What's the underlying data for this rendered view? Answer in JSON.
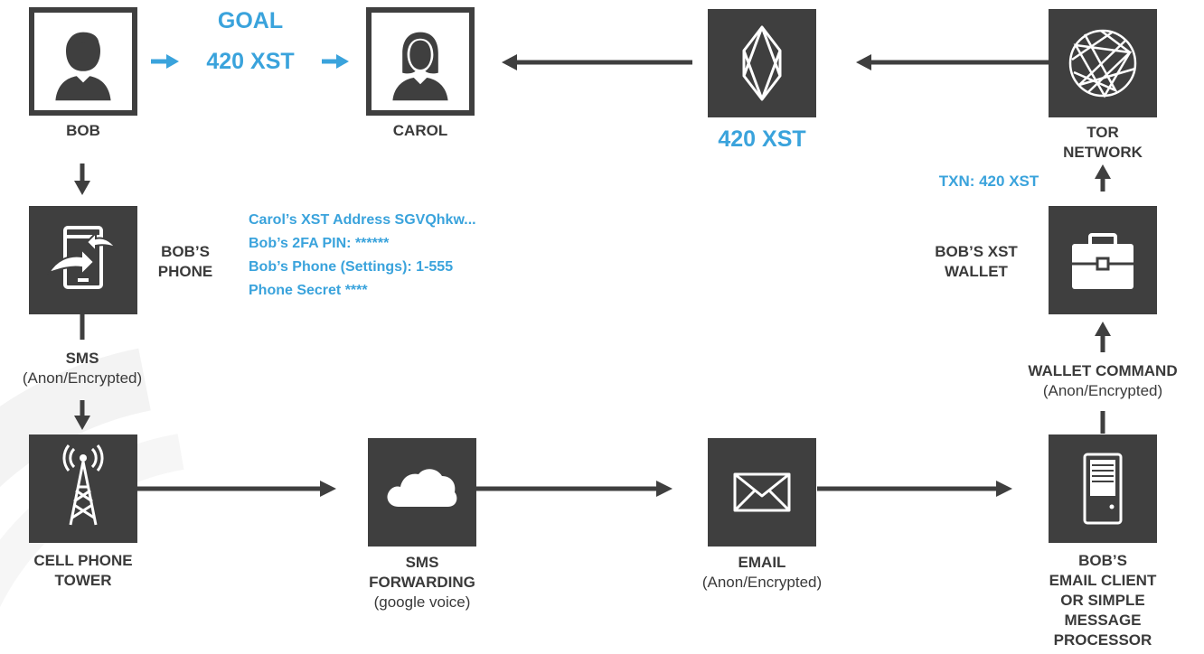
{
  "colors": {
    "node": "#3f3f3f",
    "accent": "#3aa3dc",
    "text": "#3a3a3a"
  },
  "goal": {
    "title": "GOAL",
    "amount": "420 XST"
  },
  "nodes": {
    "bob": {
      "icon": "male-user-icon",
      "label": "BOB"
    },
    "carol": {
      "icon": "female-user-icon",
      "label": "CAROL"
    },
    "stealth": {
      "icon": "stealth-logo-icon",
      "amount": "420 XST"
    },
    "tor": {
      "icon": "globe-network-icon",
      "label_lines": [
        "TOR",
        "NETWORK"
      ]
    },
    "phone": {
      "icon": "phone-transfer-icon",
      "label_lines": [
        "BOB’S",
        "PHONE"
      ]
    },
    "wallet": {
      "icon": "briefcase-icon",
      "label_lines": [
        "BOB’S XST",
        "WALLET"
      ]
    },
    "tower": {
      "icon": "cell-tower-icon",
      "label_lines": [
        "CELL PHONE",
        "TOWER"
      ]
    },
    "sms_forwarding": {
      "icon": "cloud-icon",
      "label_lines": [
        "SMS",
        "FORWARDING"
      ],
      "sub": "(google voice)"
    },
    "email": {
      "icon": "envelope-icon",
      "label": "EMAIL",
      "sub": "(Anon/Encrypted)"
    },
    "email_client": {
      "icon": "server-tower-icon",
      "label_lines": [
        "BOB’S",
        "EMAIL CLIENT",
        "OR SIMPLE",
        "MESSAGE",
        "PROCESSOR"
      ]
    }
  },
  "phone_info": [
    "Carol’s XST Address SGVQhkw...",
    "Bob’s 2FA PIN: ******",
    "Bob’s Phone (Settings): 1-555",
    "Phone Secret ****"
  ],
  "sms_step": {
    "label": "SMS",
    "sub": "(Anon/Encrypted)"
  },
  "wallet_command": {
    "label": "WALLET COMMAND",
    "sub": "(Anon/Encrypted)"
  },
  "txn": "TXN: 420 XST"
}
